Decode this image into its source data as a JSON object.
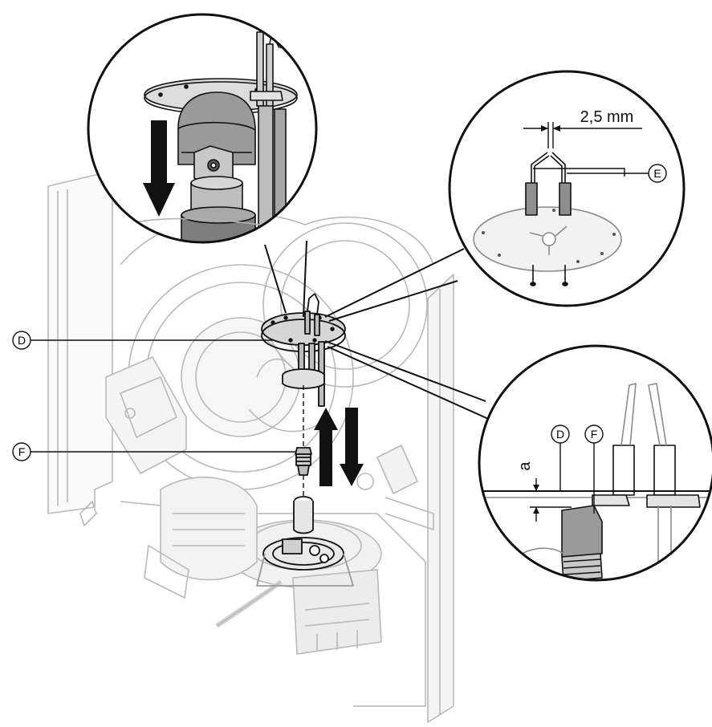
{
  "colors": {
    "outline": "#111111",
    "faint": "#b9b9b9",
    "fill_light": "#f2f2f2",
    "fill_mid": "#c8c8c8",
    "fill_dark": "#8f8f8f",
    "arrow": "#111111",
    "background": "#ffffff"
  },
  "labels": {
    "callout_d_main": "D",
    "callout_f_main": "F",
    "callout_e": "E",
    "callout_d_detail": "D",
    "callout_f_detail": "F",
    "gap_a": "a",
    "dimension": "2,5 mm"
  },
  "icons": {
    "arrow_down_left": "down-arrow-icon",
    "arrow_up": "up-arrow-icon",
    "arrow_down": "down-arrow-icon"
  }
}
